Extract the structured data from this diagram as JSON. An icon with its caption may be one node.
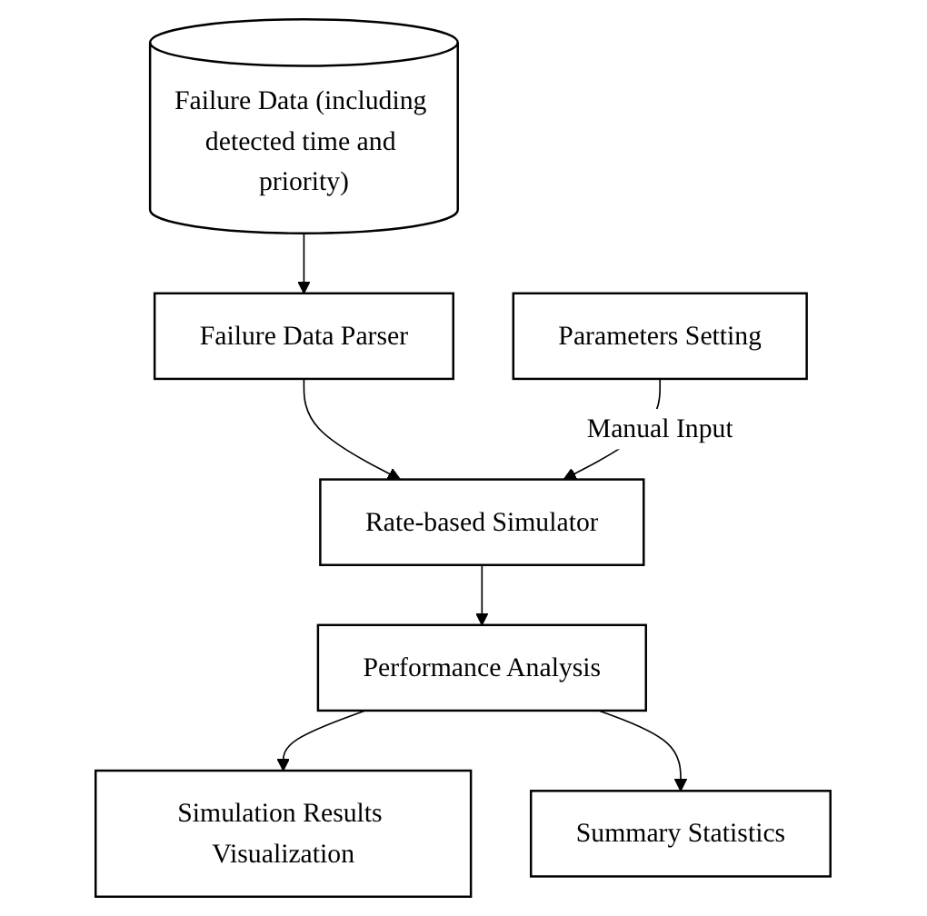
{
  "diagram": {
    "nodes": [
      {
        "text": [
          "Failure Data (including detected time and priority)"
        ]
      },
      {
        "text": [
          "Failure Data Parser"
        ]
      },
      {
        "text": [
          "Parameters Setting"
        ]
      },
      {
        "text": [
          "Rate-based Simulator"
        ]
      },
      {
        "text": [
          "Performance Analysis"
        ]
      },
      {
        "text": [
          "Simulation Results Visualization"
        ]
      },
      {
        "text": [
          "Summary Statistics"
        ]
      }
    ],
    "edges": [
      {
        "from": 0,
        "to": 1,
        "arrow": "to"
      },
      {
        "from": 1,
        "to": 3,
        "arrow": "to"
      },
      {
        "from": 2,
        "to": 3,
        "arrow": "to",
        "label": "Manual Input"
      },
      {
        "from": 3,
        "to": 4,
        "arrow": "to"
      },
      {
        "from": 4,
        "to": 5,
        "arrow": "to"
      },
      {
        "from": 4,
        "to": 6,
        "arrow": "to"
      }
    ]
  }
}
